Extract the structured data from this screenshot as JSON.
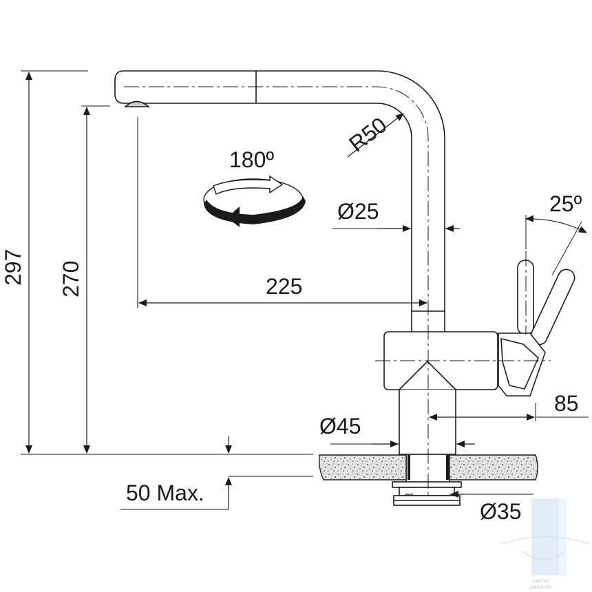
{
  "diagram": {
    "dimensions": {
      "total_height": "297",
      "spout_height": "270",
      "reach": "225",
      "spout_radius": "R50",
      "spout_diameter": "Ø25",
      "rotation": "180º",
      "lever_angle": "25º",
      "lever_offset": "85",
      "base_diameter": "Ø45",
      "thread_diameter": "Ø35",
      "max_counter_thickness": "50 Max."
    },
    "watermark": {
      "line1": "vannu",
      "line2": "pasaule"
    },
    "colors": {
      "line": "#1a1a1a",
      "countertop_fill": "#d9d9d9",
      "watermark": "#cfe0f0"
    }
  }
}
